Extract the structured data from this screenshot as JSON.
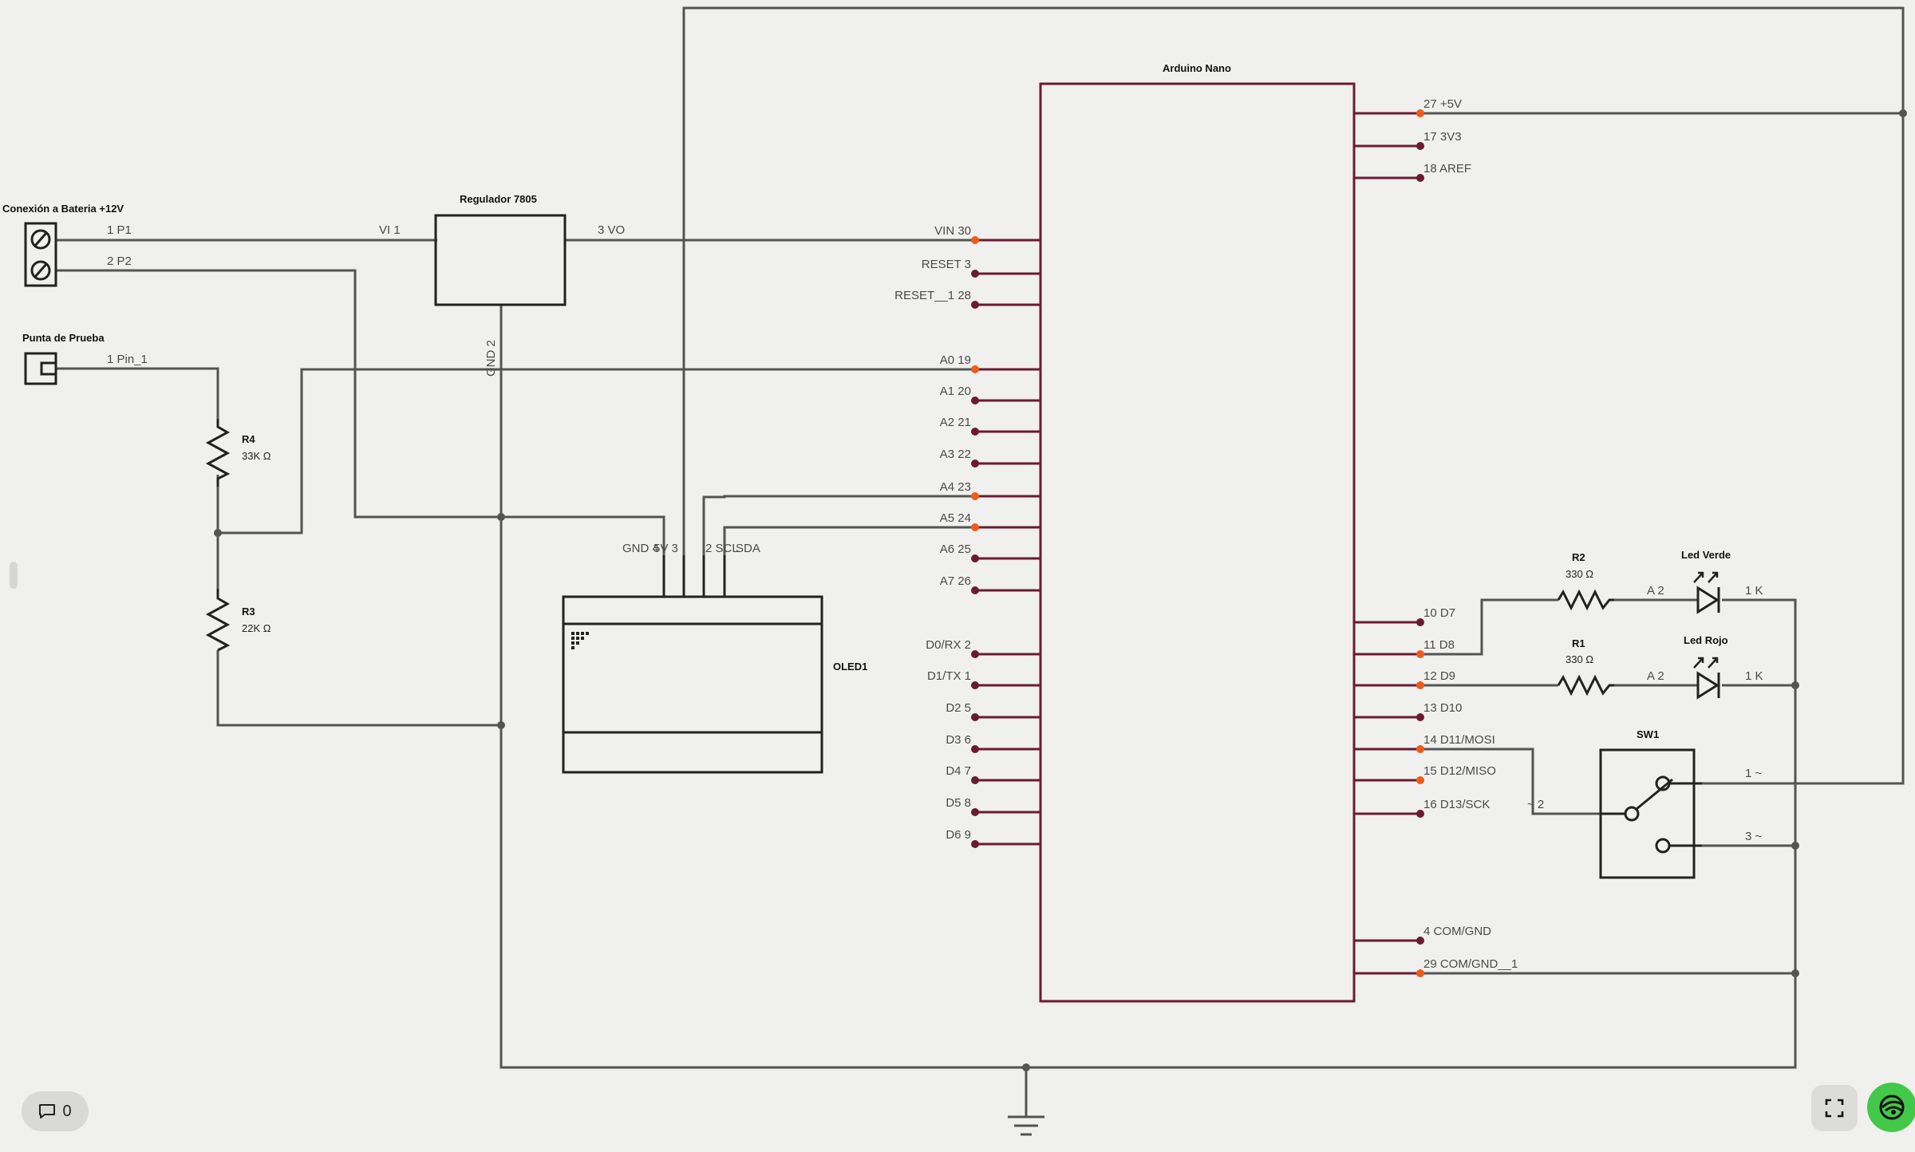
{
  "components": {
    "arduino": {
      "title": "Arduino Nano"
    },
    "battery": {
      "title": "Conexión a Bateria +12V",
      "pins": [
        "1  P1",
        "2  P2"
      ]
    },
    "probe": {
      "title": "Punta de Prueba",
      "pin": "1  Pin_1"
    },
    "regulator": {
      "title": "Regulador 7805",
      "pin_vi": "VI  1",
      "pin_vo": "3  VO",
      "pin_gnd": "GND  2"
    },
    "r4": {
      "name": "R4",
      "value": "33K Ω"
    },
    "r3": {
      "name": "R3",
      "value": "22K Ω"
    },
    "r2": {
      "name": "R2",
      "value": "330 Ω"
    },
    "r1": {
      "name": "R1",
      "value": "330 Ω"
    },
    "oled": {
      "name": "OLED1",
      "pins": [
        "GND  4",
        "5V  3",
        "2  SCL",
        "SDA"
      ]
    },
    "led_green": {
      "name": "Led Verde",
      "anode": "A  2",
      "cathode": "1  K"
    },
    "led_red": {
      "name": "Led Rojo",
      "anode": "A  2",
      "cathode": "1  K"
    },
    "sw": {
      "name": "SW1",
      "pin1": "1  ~",
      "pin2": "~  2",
      "pin3": "3  ~"
    }
  },
  "arduino_left_pins": [
    "VIN  30",
    "RESET  3",
    "RESET__1  28",
    "A0  19",
    "A1  20",
    "A2  21",
    "A3  22",
    "A4  23",
    "A5  24",
    "A6  25",
    "A7  26",
    "D0/RX  2",
    "D1/TX  1",
    "D2  5",
    "D3  6",
    "D4  7",
    "D5  8",
    "D6  9"
  ],
  "arduino_right_pins": [
    "27  +5V",
    "17  3V3",
    "18  AREF",
    "10  D7",
    "11  D8",
    "12  D9",
    "13  D10",
    "14  D11/MOSI",
    "15  D12/MISO",
    "16  D13/SCK",
    "4  COM/GND",
    "29  COM/GND__1"
  ],
  "toolbar": {
    "comments_count": "0"
  },
  "icons": {
    "comments": "speech-bubble-icon",
    "fullscreen": "fullscreen-icon",
    "brand": "brand-logo-icon"
  },
  "colors": {
    "ic_outline": "#6b1a34",
    "connected_pin": "#f05a1a",
    "wire": "#545454",
    "button_green": "#43c84a"
  }
}
